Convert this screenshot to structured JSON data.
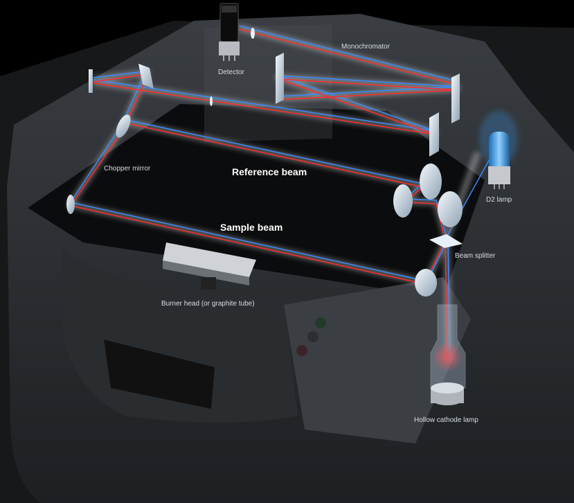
{
  "labels": {
    "monochromator": "Monochromator",
    "detector": "Detector",
    "chopper_mirror": "Chopper mirror",
    "reference_beam": "Reference beam",
    "sample_beam": "Sample beam",
    "d2_lamp": "D2 lamp",
    "beam_splitter": "Beam splitter",
    "burner_head": "Burner head (or graphite tube)",
    "hollow_cathode_lamp": "Hollow cathode lamp"
  },
  "colors": {
    "beam_red": "#ff2a2a",
    "beam_blue": "#3a8cff",
    "glow": "#ffffff"
  }
}
